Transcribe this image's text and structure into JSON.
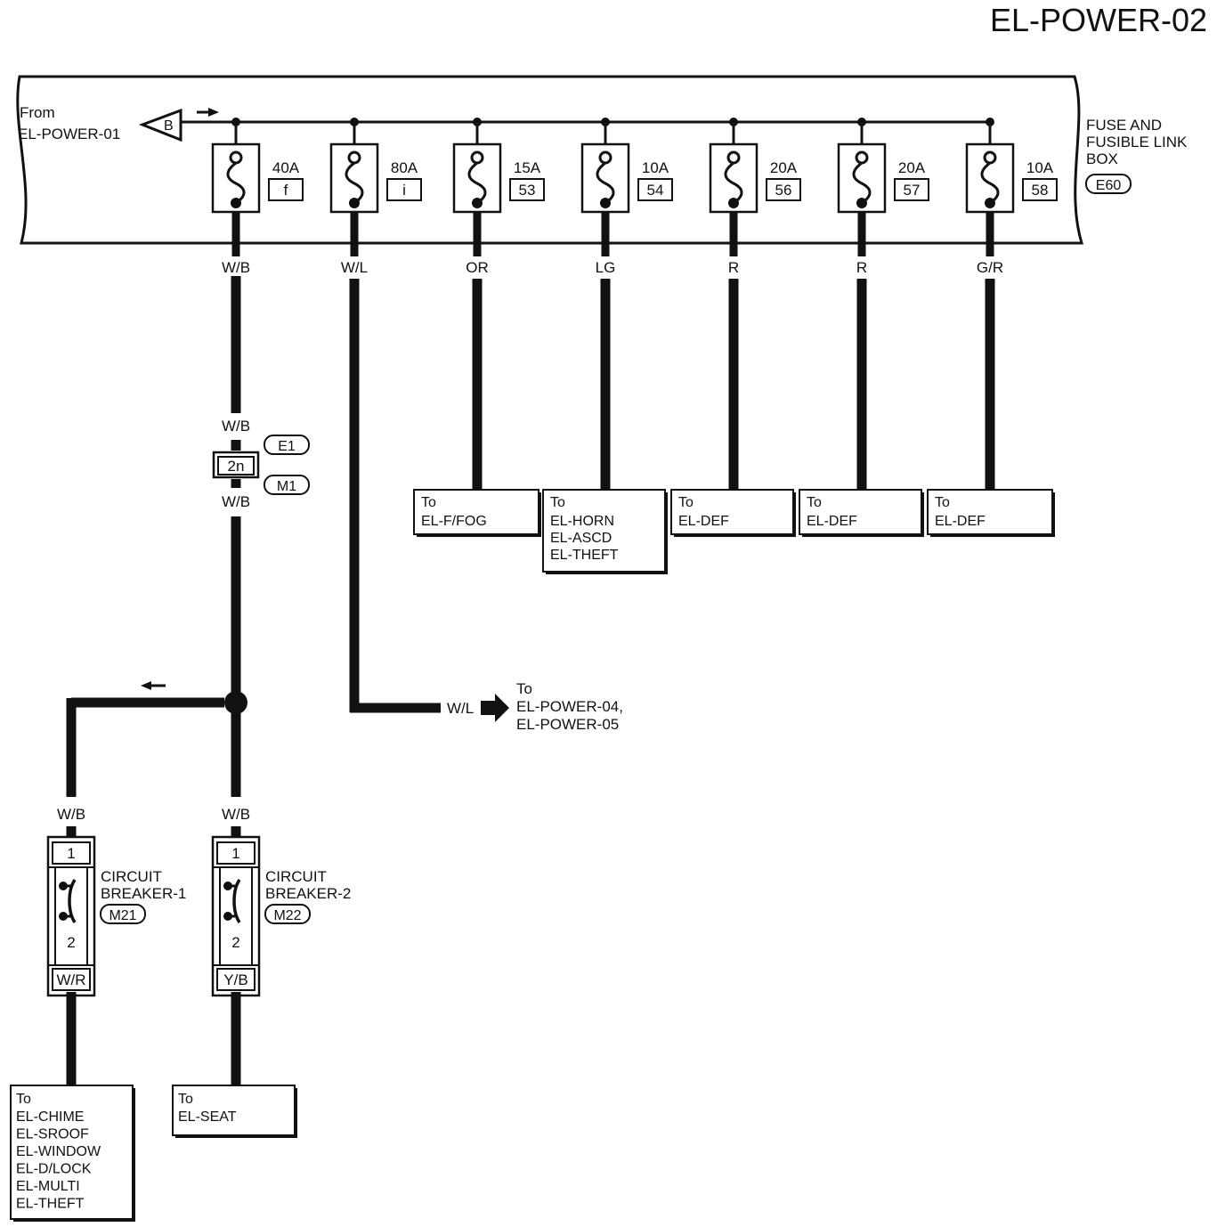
{
  "page_title": "EL-POWER-02",
  "source": {
    "from_label": "From",
    "from_page": "EL-POWER-01",
    "connector": "B"
  },
  "fuse_box": {
    "line1": "FUSE AND",
    "line2": "FUSIBLE LINK",
    "line3": "BOX",
    "connector": "E60"
  },
  "fuses": [
    {
      "rating": "40A",
      "id": "f",
      "wire": "W/B"
    },
    {
      "rating": "80A",
      "id": "i",
      "wire": "W/L"
    },
    {
      "rating": "15A",
      "id": "53",
      "wire": "OR"
    },
    {
      "rating": "10A",
      "id": "54",
      "wire": "LG"
    },
    {
      "rating": "20A",
      "id": "56",
      "wire": "R"
    },
    {
      "rating": "20A",
      "id": "57",
      "wire": "R"
    },
    {
      "rating": "10A",
      "id": "58",
      "wire": "G/R"
    }
  ],
  "destinations": [
    {
      "to": "To",
      "lines": [
        "EL-F/FOG"
      ]
    },
    {
      "to": "To",
      "lines": [
        "EL-HORN",
        "EL-ASCD",
        "EL-THEFT"
      ]
    },
    {
      "to": "To",
      "lines": [
        "EL-DEF"
      ]
    },
    {
      "to": "To",
      "lines": [
        "EL-DEF"
      ]
    },
    {
      "to": "To",
      "lines": [
        "EL-DEF"
      ]
    }
  ],
  "joint_connector": {
    "pin": "2n",
    "wire_top": "W/B",
    "wire_bottom": "W/B",
    "conn_top": "E1",
    "conn_bottom": "M1"
  },
  "wl_output": {
    "wire": "W/L",
    "to": "To",
    "line1": "EL-POWER-04,",
    "line2": "EL-POWER-05"
  },
  "breakers": [
    {
      "name1": "CIRCUIT",
      "name2": "BREAKER-1",
      "connector": "M21",
      "pin_top": "1",
      "pin_bottom": "2",
      "wire_in": "W/B",
      "wire_out": "W/R"
    },
    {
      "name1": "CIRCUIT",
      "name2": "BREAKER-2",
      "connector": "M22",
      "pin_top": "1",
      "pin_bottom": "2",
      "wire_in": "W/B",
      "wire_out": "Y/B"
    }
  ],
  "breaker_destinations": [
    {
      "to": "To",
      "lines": [
        "EL-CHIME",
        "EL-SROOF",
        "EL-WINDOW",
        "EL-D/LOCK",
        "EL-MULTI",
        "EL-THEFT"
      ]
    },
    {
      "to": "To",
      "lines": [
        "EL-SEAT"
      ]
    }
  ]
}
